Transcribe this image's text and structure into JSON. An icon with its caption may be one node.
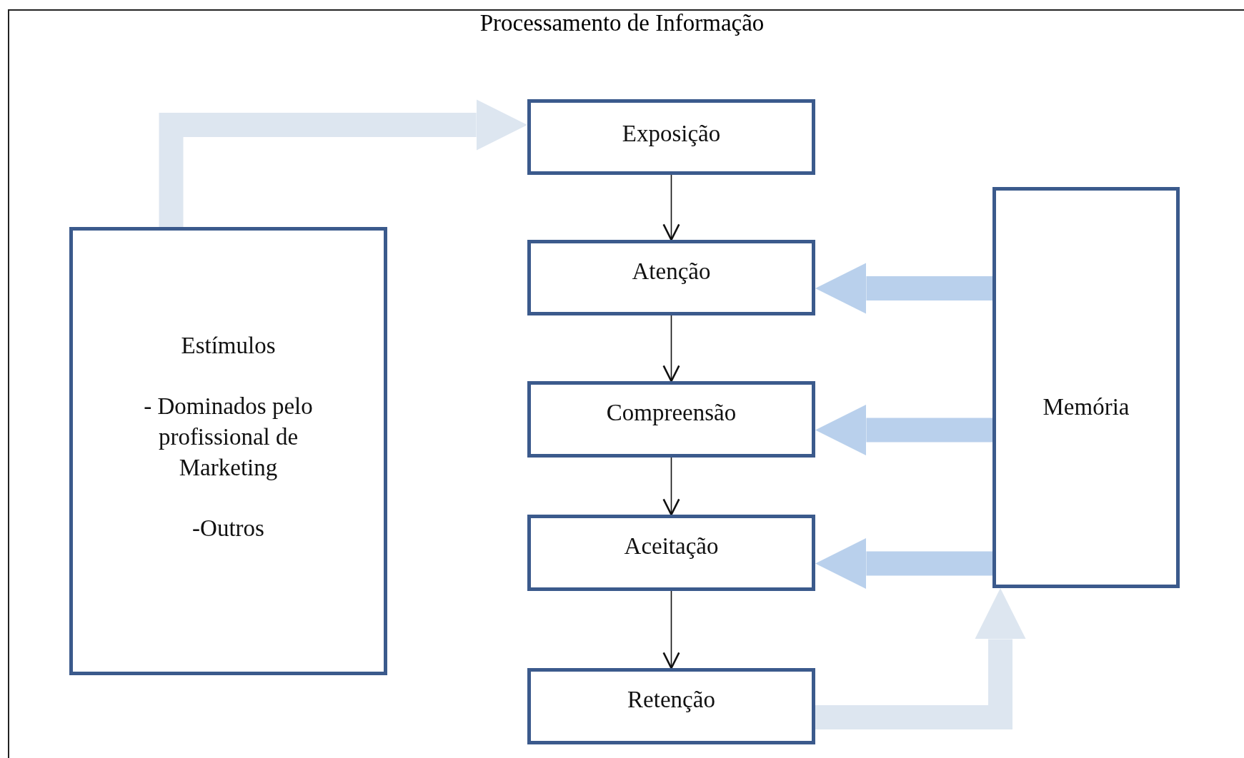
{
  "diagram": {
    "title": "Processamento de Informação",
    "nodes": [
      {
        "text": [
          "Exposição"
        ]
      },
      {
        "text": [
          "Atenção"
        ]
      },
      {
        "text": [
          "Compreensão"
        ]
      },
      {
        "text": [
          "Aceitação"
        ]
      },
      {
        "text": [
          "Retenção"
        ]
      },
      {
        "text": [
          "Estímulos",
          "- Dominados pelo profissional de Marketing",
          "-Outros"
        ]
      },
      {
        "text": [
          "Memória"
        ]
      }
    ],
    "edges": [
      {
        "from": 0,
        "to": 1,
        "arrow": "to"
      },
      {
        "from": 1,
        "to": 2,
        "arrow": "to"
      },
      {
        "from": 2,
        "to": 3,
        "arrow": "to"
      },
      {
        "from": 3,
        "to": 4,
        "arrow": "to"
      },
      {
        "from": 5,
        "to": 0,
        "arrow": "to",
        "color": "#dde6f0"
      },
      {
        "from": 6,
        "to": 1,
        "arrow": "to",
        "color": "#b9d0ec"
      },
      {
        "from": 6,
        "to": 2,
        "arrow": "to",
        "color": "#b9d0ec"
      },
      {
        "from": 6,
        "to": 3,
        "arrow": "to",
        "color": "#b9d0ec"
      },
      {
        "from": 4,
        "to": 6,
        "arrow": "to",
        "color": "#dde6f0"
      }
    ]
  }
}
